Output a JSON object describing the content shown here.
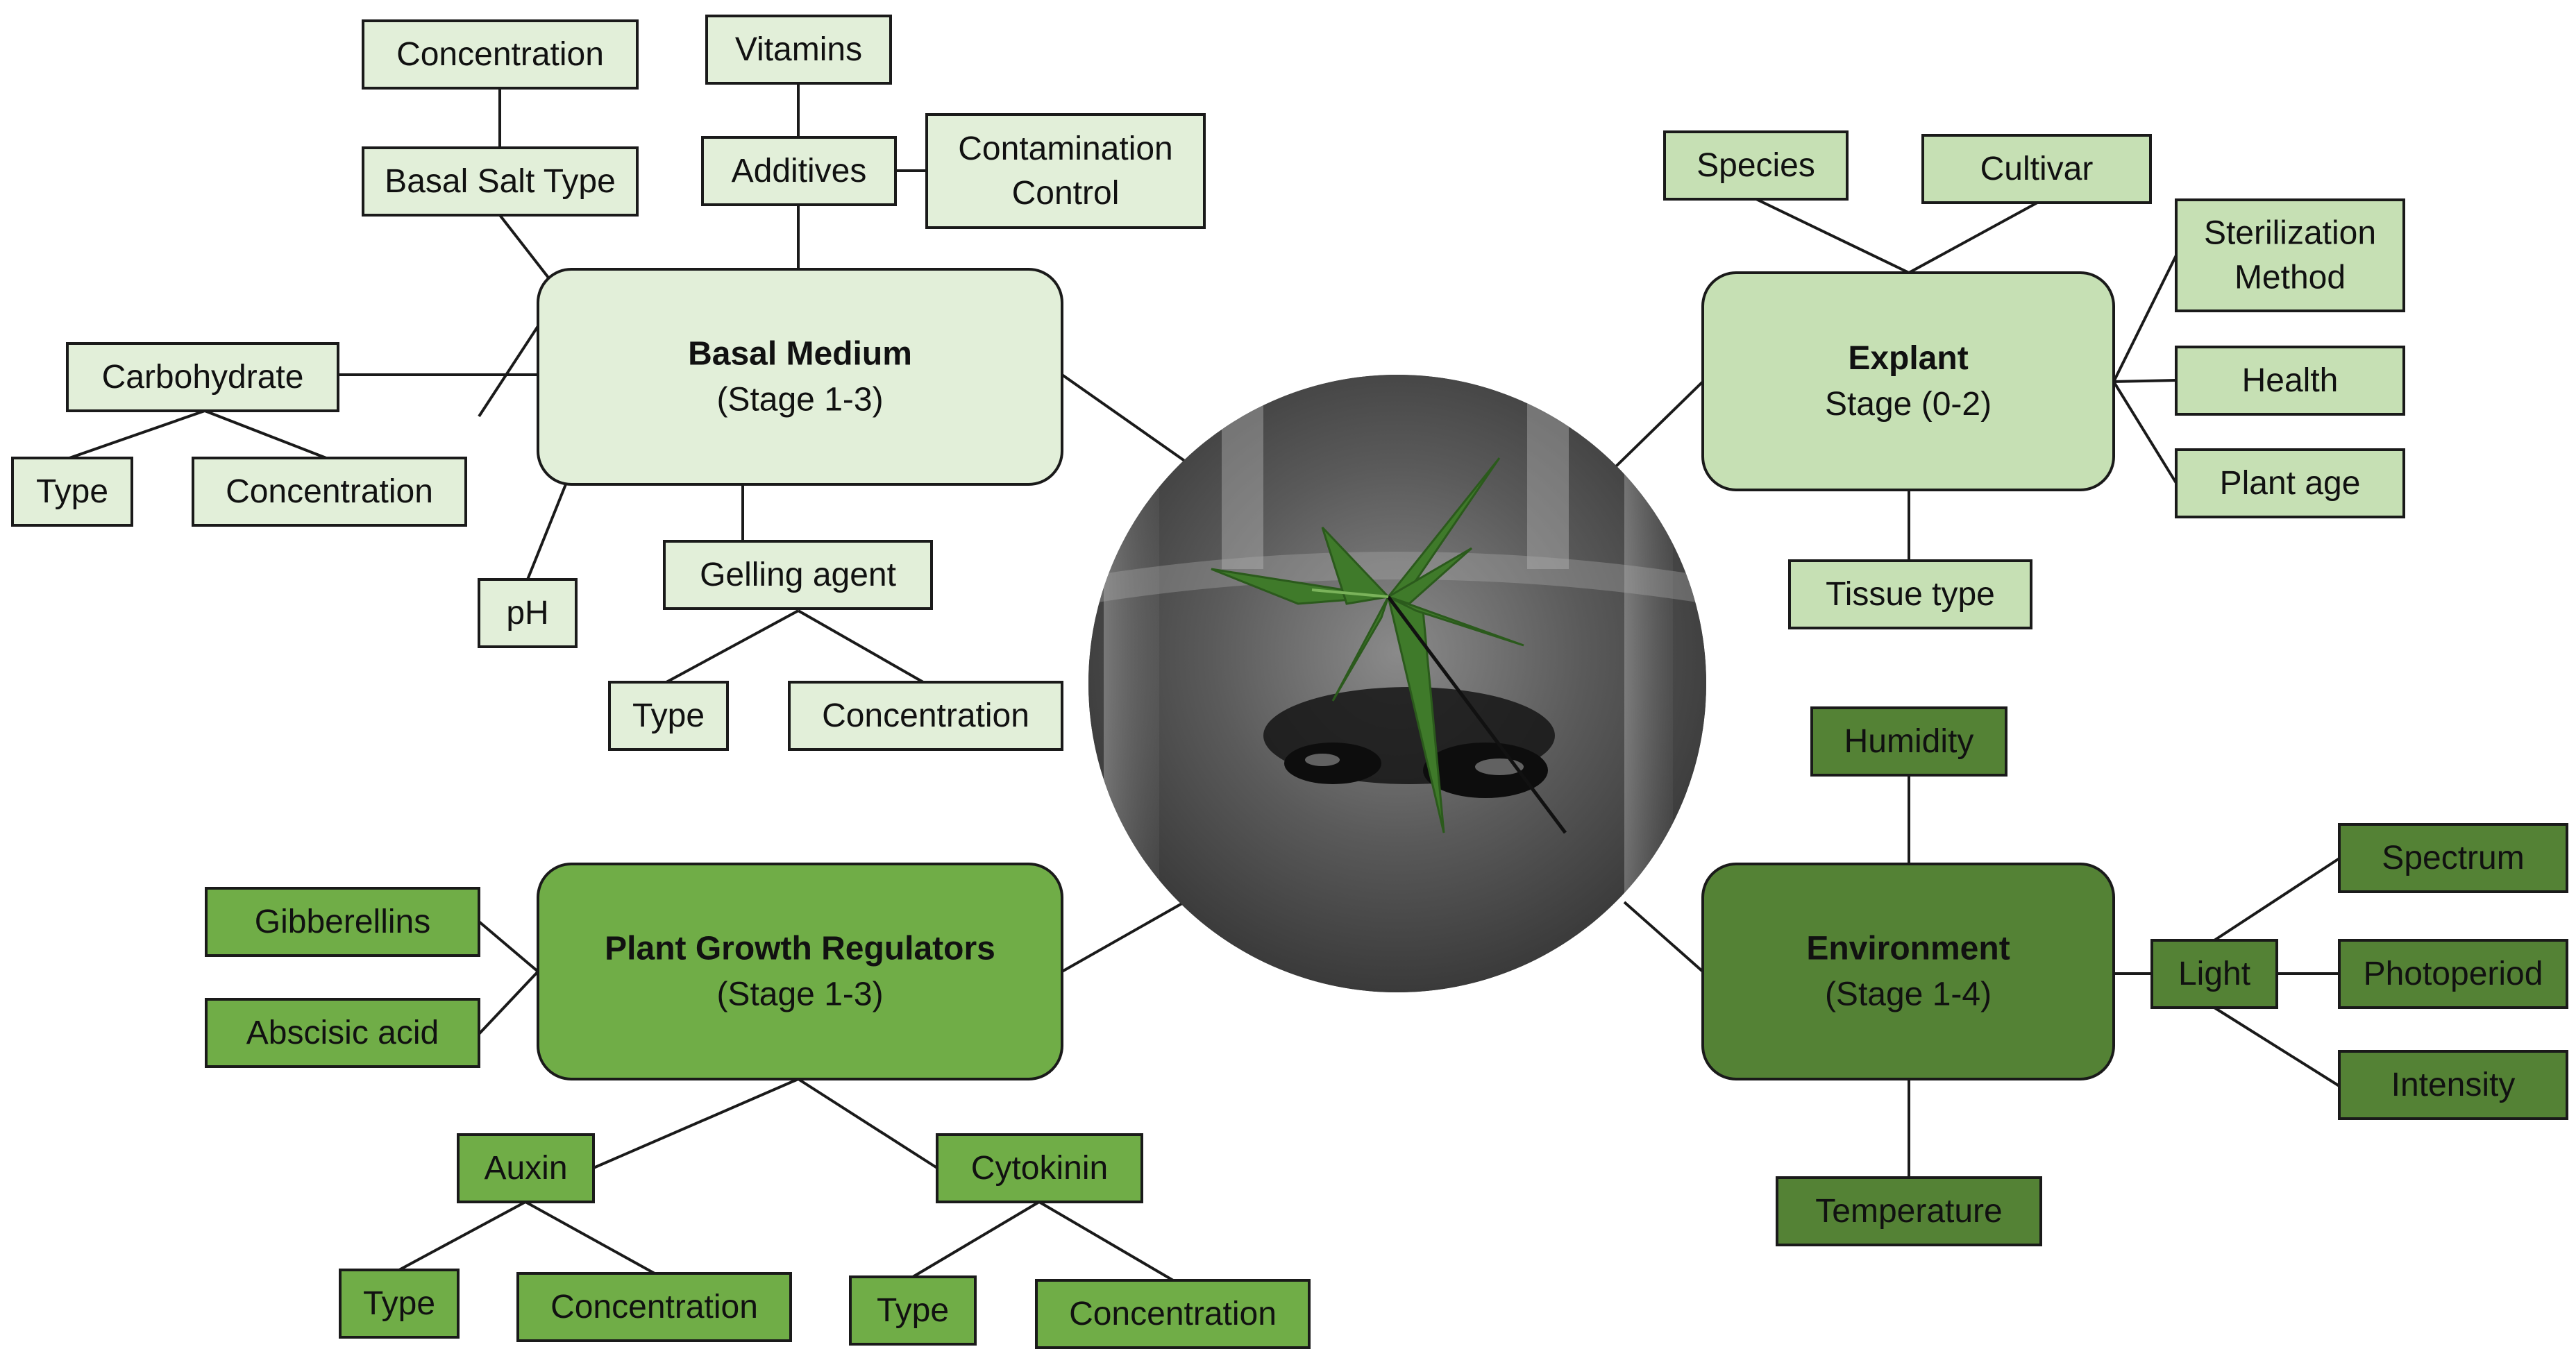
{
  "colors": {
    "pale_green": "#e2efd9",
    "light_green": "#c6e0b4",
    "mid_green": "#70ad47",
    "dark_green": "#548235",
    "line": "#1a1a1a"
  },
  "center_image": {
    "icon": "cannabis-plantlet-in-vessel-photo"
  },
  "hubs": {
    "basal_medium": {
      "title": "Basal Medium",
      "subtitle": "(Stage 1-3)"
    },
    "explant": {
      "title": "Explant",
      "subtitle": "Stage (0-2)"
    },
    "pgr": {
      "title": "Plant Growth Regulators",
      "subtitle": "(Stage 1-3)"
    },
    "environment": {
      "title": "Environment",
      "subtitle": "(Stage 1-4)"
    }
  },
  "nodes": {
    "bm_concentration": "Concentration",
    "bm_basal_salt_type": "Basal Salt Type",
    "bm_vitamins": "Vitamins",
    "bm_additives": "Additives",
    "bm_contamination_control": [
      "Contamination",
      "Control"
    ],
    "bm_carbohydrate": "Carbohydrate",
    "bm_carb_type": "Type",
    "bm_carb_concentration": "Concentration",
    "bm_ph": "pH",
    "bm_gelling_agent": "Gelling agent",
    "bm_gel_type": "Type",
    "bm_gel_concentration": "Concentration",
    "ex_species": "Species",
    "ex_cultivar": "Cultivar",
    "ex_sterilization_method": [
      "Sterilization",
      "Method"
    ],
    "ex_health": "Health",
    "ex_plant_age": "Plant age",
    "ex_tissue_type": "Tissue type",
    "pgr_gibberellins": "Gibberellins",
    "pgr_abscisic_acid": "Abscisic acid",
    "pgr_auxin": "Auxin",
    "pgr_auxin_type": "Type",
    "pgr_auxin_concentration": "Concentration",
    "pgr_cytokinin": "Cytokinin",
    "pgr_cyto_type": "Type",
    "pgr_cyto_concentration": "Concentration",
    "env_humidity": "Humidity",
    "env_light": "Light",
    "env_spectrum": "Spectrum",
    "env_photoperiod": "Photoperiod",
    "env_intensity": "Intensity",
    "env_temperature": "Temperature"
  }
}
